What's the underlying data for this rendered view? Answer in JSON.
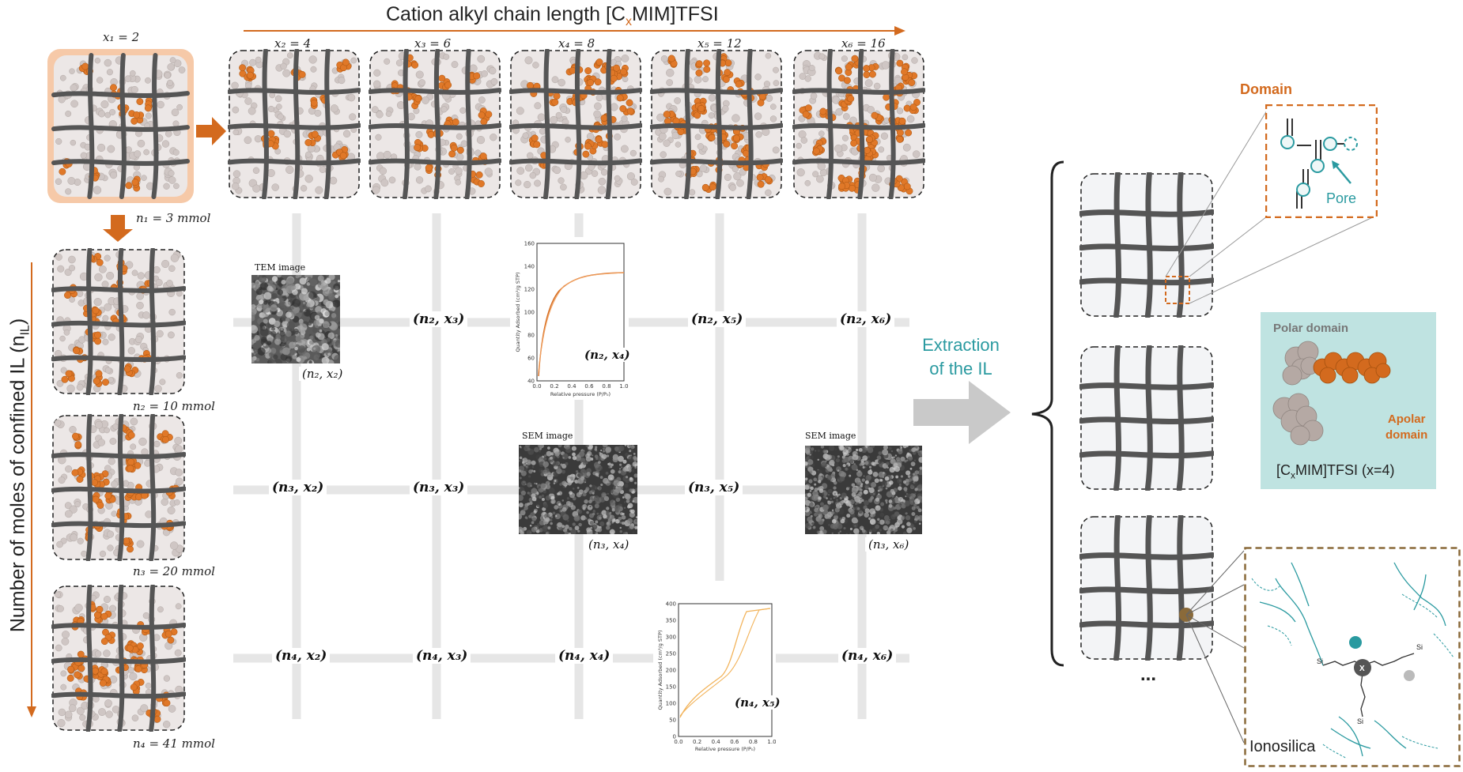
{
  "top_axis": {
    "label_pre": "Cation alkyl chain length [C",
    "label_sub": "x",
    "label_post": "MIM]TFSI"
  },
  "left_axis": {
    "label_pre": "Number of moles of confined IL (n",
    "label_sub": "IL",
    "label_post": ")"
  },
  "x_labels": {
    "x1": "x₁ = 2",
    "x2": "x₂ = 4",
    "x3": "x₃ = 6",
    "x4": "x₄ = 8",
    "x5": "x₅ = 12",
    "x6": "x₆ = 16"
  },
  "n_labels": {
    "n1": "n₁ = 3 mmol",
    "n2": "n₂ = 10 mmol",
    "n3": "n₃ = 20 mmol",
    "n4": "n₄ = 41 mmol"
  },
  "grid_points": {
    "n2x3": "(n₂, x₃)",
    "n2x5": "(n₂, x₅)",
    "n2x6": "(n₂, x₆)",
    "n3x2": "(n₃, x₂)",
    "n3x3": "(n₃, x₃)",
    "n3x5": "(n₃, x₅)",
    "n4x2": "(n₄, x₂)",
    "n4x3": "(n₄, x₃)",
    "n4x4": "(n₄, x₄)",
    "n4x6": "(n₄, x₆)"
  },
  "insets": {
    "tem_title": "TEM image",
    "tem_caption": "(n₂, x₂)",
    "sem1_title": "SEM image",
    "sem1_caption": "(n₃, x₄)",
    "sem2_title": "SEM image",
    "sem2_caption": "(n₃, x₆)",
    "iso1_caption": "(n₂, x₄)",
    "iso2_caption": "(n₄, x₅)"
  },
  "iso1": {
    "ylabel": "Quantity Adsorbed (cm³/g STP)",
    "xlabel": "Relative pressure (P/P₀)",
    "yticks": [
      "40",
      "60",
      "80",
      "100",
      "120",
      "140",
      "160"
    ],
    "xticks": [
      "0.0",
      "0.2",
      "0.4",
      "0.6",
      "0.8",
      "1.0"
    ]
  },
  "iso2": {
    "ylabel": "Quantity Adsorbed (cm³/g STP)",
    "xlabel": "Relative pressure (P/P₀)",
    "yticks": [
      "0",
      "50",
      "100",
      "150",
      "200",
      "250",
      "300",
      "350",
      "400"
    ],
    "xticks": [
      "0.0",
      "0.2",
      "0.4",
      "0.6",
      "0.8",
      "1.0"
    ]
  },
  "extraction": {
    "line1": "Extraction",
    "line2": "of the IL"
  },
  "right_panel": {
    "domain": "Domain",
    "pore": "Pore",
    "ellipsis": "...",
    "polar": "Polar domain",
    "apolar_1": "Apolar",
    "apolar_2": "domain",
    "il_name_pre": "[C",
    "il_name_sub": "x",
    "il_name_post": "MIM]TFSI (x=4)",
    "ionosilica": "Ionosilica",
    "si": "Si",
    "x_plus": "X"
  },
  "colors": {
    "orange": "#d36a1e",
    "teal": "#2a9aa0",
    "gray": "#5a5a5a",
    "tealbox": "#bfe3e1",
    "brown": "#8a6a3a"
  }
}
